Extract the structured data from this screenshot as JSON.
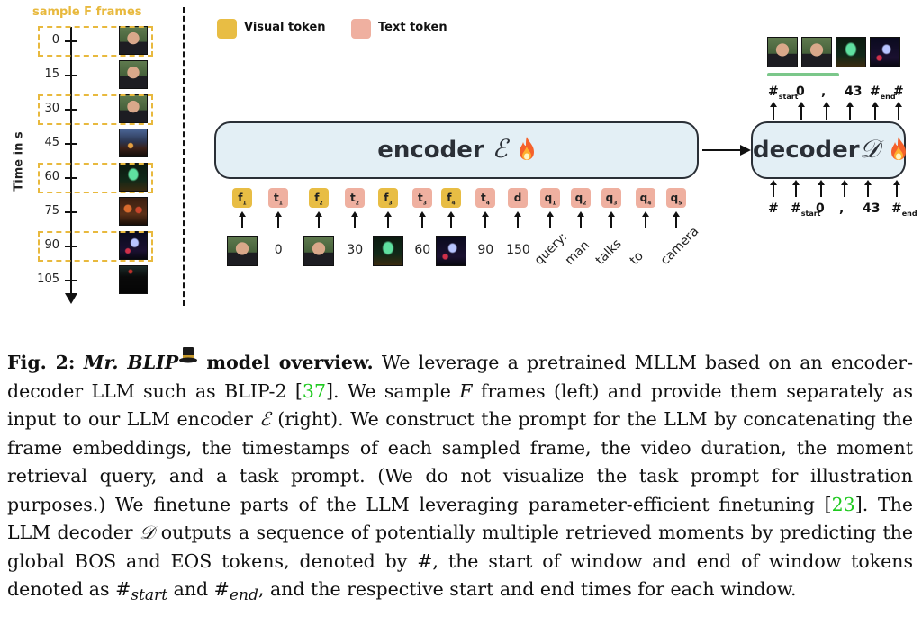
{
  "figure": {
    "timeline": {
      "title": "sample F frames",
      "axis_label": "Time in s",
      "ticks": [
        "0",
        "15",
        "30",
        "45",
        "60",
        "75",
        "90",
        "105"
      ],
      "sampled_ticks": [
        "0",
        "30",
        "60",
        "90"
      ],
      "frame_thumbnails": [
        "man-face-frame",
        "man-face-frame",
        "man-face-frame",
        "night-street-frame",
        "green-light-sculpture-frame",
        "crowded-street-night-frame",
        "stage-lights-frame",
        "dark-night-frame"
      ]
    },
    "legend": {
      "items": [
        {
          "label": "Visual token",
          "color": "#e8bd44"
        },
        {
          "label": "Text token",
          "color": "#efb0a0"
        }
      ]
    },
    "encoder": {
      "label": "encoder",
      "symbol": "ℰ",
      "trainable_icon": "fire-icon",
      "box_color": "#e3eff5"
    },
    "input_tokens": [
      {
        "name": "f",
        "sub": "1",
        "kind": "visual",
        "input": "frame",
        "thumb": "man-face-frame"
      },
      {
        "name": "t",
        "sub": "1",
        "kind": "text",
        "input": "0"
      },
      {
        "name": "f",
        "sub": "2",
        "kind": "visual",
        "input": "frame",
        "thumb": "man-face-frame"
      },
      {
        "name": "t",
        "sub": "2",
        "kind": "text",
        "input": "30"
      },
      {
        "name": "f",
        "sub": "3",
        "kind": "visual",
        "input": "frame",
        "thumb": "green-light-sculpture-frame"
      },
      {
        "name": "t",
        "sub": "3",
        "kind": "text",
        "input": "60"
      },
      {
        "name": "f",
        "sub": "4",
        "kind": "visual",
        "input": "frame",
        "thumb": "stage-lights-frame"
      },
      {
        "name": "t",
        "sub": "4",
        "kind": "text",
        "input": "90"
      },
      {
        "name": "d",
        "sub": "",
        "kind": "text",
        "input": "150"
      },
      {
        "name": "q",
        "sub": "1",
        "kind": "text",
        "input": "query:"
      },
      {
        "name": "q",
        "sub": "2",
        "kind": "text",
        "input": "man"
      },
      {
        "name": "q",
        "sub": "3",
        "kind": "text",
        "input": "talks"
      },
      {
        "name": "q",
        "sub": "4",
        "kind": "text",
        "input": "to"
      },
      {
        "name": "q",
        "sub": "5",
        "kind": "text",
        "input": "camera"
      }
    ],
    "decoder": {
      "label": "decoder",
      "symbol": "𝒟",
      "trainable_icon": "fire-icon",
      "box_color": "#e3eff5",
      "output_tokens": [
        {
          "main": "#",
          "sub": "start"
        },
        {
          "main": "0",
          "sub": ""
        },
        {
          "main": ",",
          "sub": ""
        },
        {
          "main": "43",
          "sub": ""
        },
        {
          "main": "#",
          "sub": "end"
        },
        {
          "main": "#",
          "sub": ""
        }
      ],
      "input_tokens": [
        {
          "main": "#",
          "sub": ""
        },
        {
          "main": "#",
          "sub": "start"
        },
        {
          "main": "0",
          "sub": ""
        },
        {
          "main": ",",
          "sub": ""
        },
        {
          "main": "43",
          "sub": ""
        },
        {
          "main": "#",
          "sub": "end"
        }
      ],
      "output_frames": [
        "man-face-frame",
        "man-face-frame",
        "green-light-sculpture-frame",
        "stage-lights-frame"
      ],
      "retrieved_window_color": "#7bc78a"
    }
  },
  "caption": {
    "fig_label": "Fig. 2:",
    "model_name": "Mr. BLIP",
    "model_icon": "top-hat-icon",
    "heading_rest": "model overview.",
    "segments": [
      {
        "t": " We leverage a pretrained MLLM based on an encoder-decoder LLM such as BLIP-2 ["
      },
      {
        "t": "37",
        "cite": true
      },
      {
        "t": "]. We sample "
      },
      {
        "t": "F",
        "italic": true
      },
      {
        "t": " frames (left) and provide them separately as input to our LLM encoder "
      },
      {
        "t": "ℰ",
        "italic": true
      },
      {
        "t": " (right). We construct the prompt for the LLM by concatenating the frame embeddings, the timestamps of each sampled frame, the video duration, the moment retrieval query, and a task prompt. (We do not visualize the task prompt for illustration purposes.) We finetune parts of the LLM leveraging parameter-efficient finetuning ["
      },
      {
        "t": "23",
        "cite": true
      },
      {
        "t": "]. The LLM decoder "
      },
      {
        "t": "𝒟",
        "italic": true
      },
      {
        "t": " outputs a sequence of potentially multiple retrieved moments by predicting the global BOS and EOS tokens, denoted by #, the start of window and end of window tokens denoted as #"
      },
      {
        "t": "start",
        "sub": true
      },
      {
        "t": " and #"
      },
      {
        "t": "end",
        "sub": true
      },
      {
        "t": ", and the respective start and end times for each window."
      }
    ],
    "cite_color": "#1ec91e"
  }
}
